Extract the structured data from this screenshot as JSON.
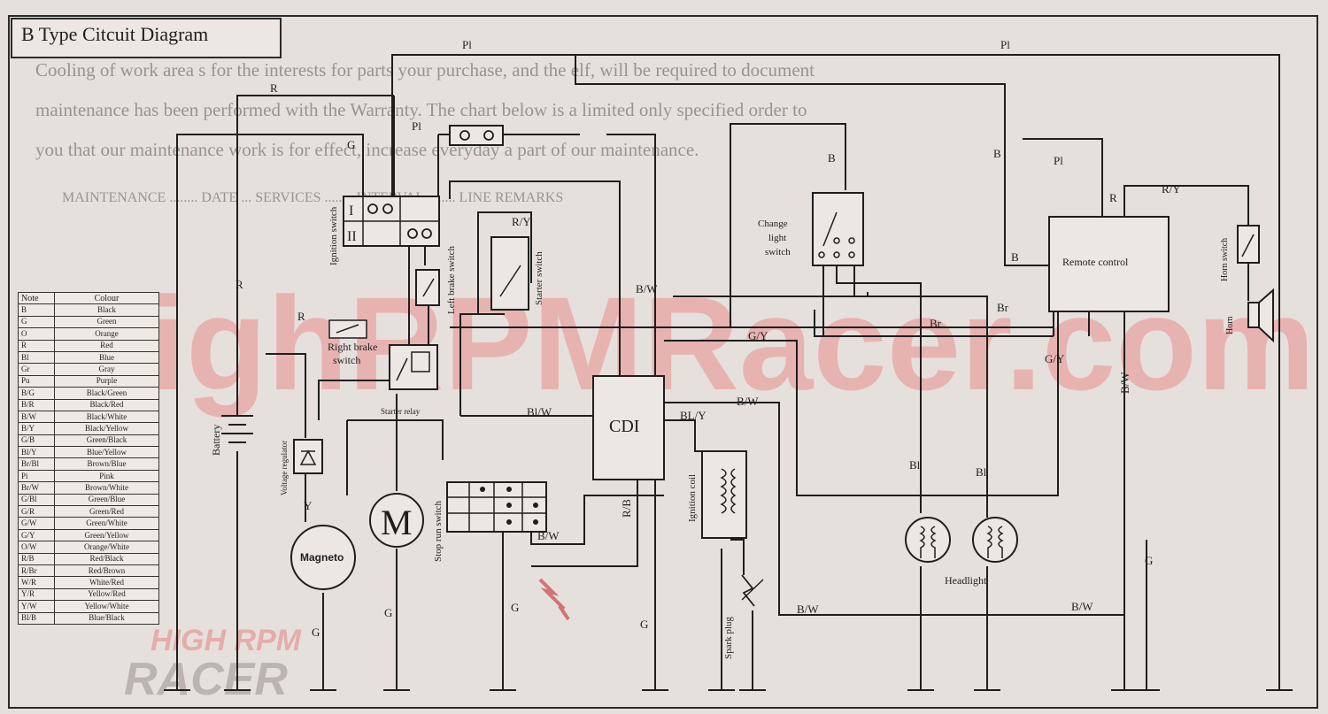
{
  "title": "B Type Citcuit Diagram",
  "background_text": [
    "Cooling of work area s for the interests for parts your purchase, and the elf, will be required to document",
    "maintenance has been performed with the Warranty. The chart below is a limited only specified order to",
    "you that our maintenance work is for effect, increase everyday a part of our maintenance.",
    "MAINTENANCE ........ DATE ... SERVICES ........ INTERVAL ........ LINE REMARKS"
  ],
  "watermark": {
    "main": "HighRPMRacer.com",
    "logo_line1": "HIGH RPM",
    "logo_line2": "RACER"
  },
  "components": {
    "ignition_switch": "Ignition switch",
    "ignition_roman_1": "I",
    "ignition_roman_2": "II",
    "left_brake_switch": "Left brake switch",
    "starter_switch": "Starter switch",
    "right_brake_switch_1": "Right brake",
    "right_brake_switch_2": "switch",
    "starter_relay": "Starter relay",
    "battery": "Battery",
    "voltage_regulator": "Voltage regulator",
    "magneto": "Magneto",
    "motor": "M",
    "stop_run_switch": "Stop run switch",
    "cdi": "CDI",
    "ignition_coil": "Ignition coil",
    "spark_plug": "Spark plug",
    "change_light_switch_1": "Change",
    "change_light_switch_2": "light",
    "change_light_switch_3": "switch",
    "remote_control": "Remote control",
    "horn_switch": "Horn switch",
    "horn": "Horn",
    "headlight": "Headlight"
  },
  "wire_labels": {
    "pi_top_left": "Pl",
    "pi_top_right": "Pl",
    "pi_mid": "Pl",
    "pi_right": "Pl",
    "r_top": "R",
    "r_left": "R",
    "r_mid": "R",
    "r_right": "R",
    "g_top": "G",
    "g_bottom_1": "G",
    "g_bottom_2": "G",
    "g_bottom_3": "G",
    "g_bottom_4": "G",
    "g_right": "G",
    "y_reg": "Y",
    "r_y_starter": "R/Y",
    "r_y_right": "R/Y",
    "b_w_top": "B/W",
    "b_w_mid": "B/W",
    "b_w_stop": "B/W",
    "b_w_bottom_1": "B/W",
    "b_w_bottom_2": "B/W",
    "b_w_right": "B/W",
    "g_y_mid": "G/Y",
    "g_y_right": "G/Y",
    "bl_w": "Bl/W",
    "bl_y": "BL/Y",
    "r_b": "R/B",
    "b_1": "B",
    "b_2": "B",
    "b_3": "B",
    "br_1": "Br",
    "br_2": "Br",
    "bl_1": "Bl",
    "bl_2": "Bl"
  },
  "legend": {
    "header": [
      "Note",
      "Colour"
    ],
    "rows": [
      [
        "B",
        "Black"
      ],
      [
        "G",
        "Green"
      ],
      [
        "O",
        "Orange"
      ],
      [
        "R",
        "Red"
      ],
      [
        "Bl",
        "Blue"
      ],
      [
        "Gr",
        "Gray"
      ],
      [
        "Pu",
        "Purple"
      ],
      [
        "B/G",
        "Black/Green"
      ],
      [
        "B/R",
        "Black/Red"
      ],
      [
        "B/W",
        "Black/White"
      ],
      [
        "B/Y",
        "Black/Yellow"
      ],
      [
        "G/B",
        "Green/Black"
      ],
      [
        "Bl/Y",
        "Blue/Yellow"
      ],
      [
        "Br/Bl",
        "Brown/Blue"
      ],
      [
        "Pi",
        "Pink"
      ],
      [
        "Br/W",
        "Brown/White"
      ],
      [
        "G/Bl",
        "Green/Blue"
      ],
      [
        "G/R",
        "Green/Red"
      ],
      [
        "G/W",
        "Green/White"
      ],
      [
        "G/Y",
        "Green/Yellow"
      ],
      [
        "O/W",
        "Orange/White"
      ],
      [
        "R/B",
        "Red/Black"
      ],
      [
        "R/Br",
        "Red/Brown"
      ],
      [
        "W/R",
        "White/Red"
      ],
      [
        "Y/R",
        "Yellow/Red"
      ],
      [
        "Y/W",
        "Yellow/White"
      ],
      [
        "Bl/B",
        "Blue/Black"
      ]
    ]
  }
}
